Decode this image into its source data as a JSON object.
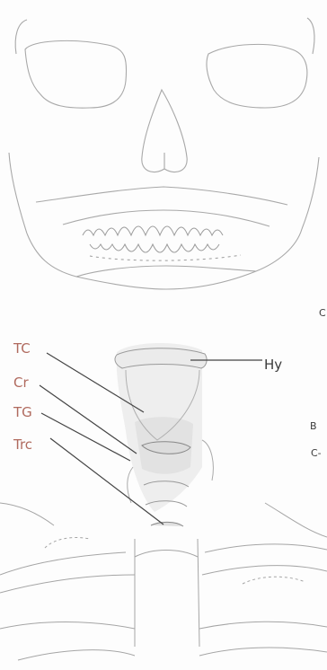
{
  "figure": {
    "labels": {
      "tc": "TC",
      "cr": "Cr",
      "tg": "TG",
      "trc": "Trc",
      "hy": "Hy",
      "b": "B",
      "c": "C-",
      "edge_c": "C"
    },
    "colors": {
      "label_red": "#b06a5e",
      "label_dark": "#3a3a3a",
      "line": "#9a9a9a",
      "leader": "#444444",
      "shade": "#e6e6e6"
    }
  }
}
